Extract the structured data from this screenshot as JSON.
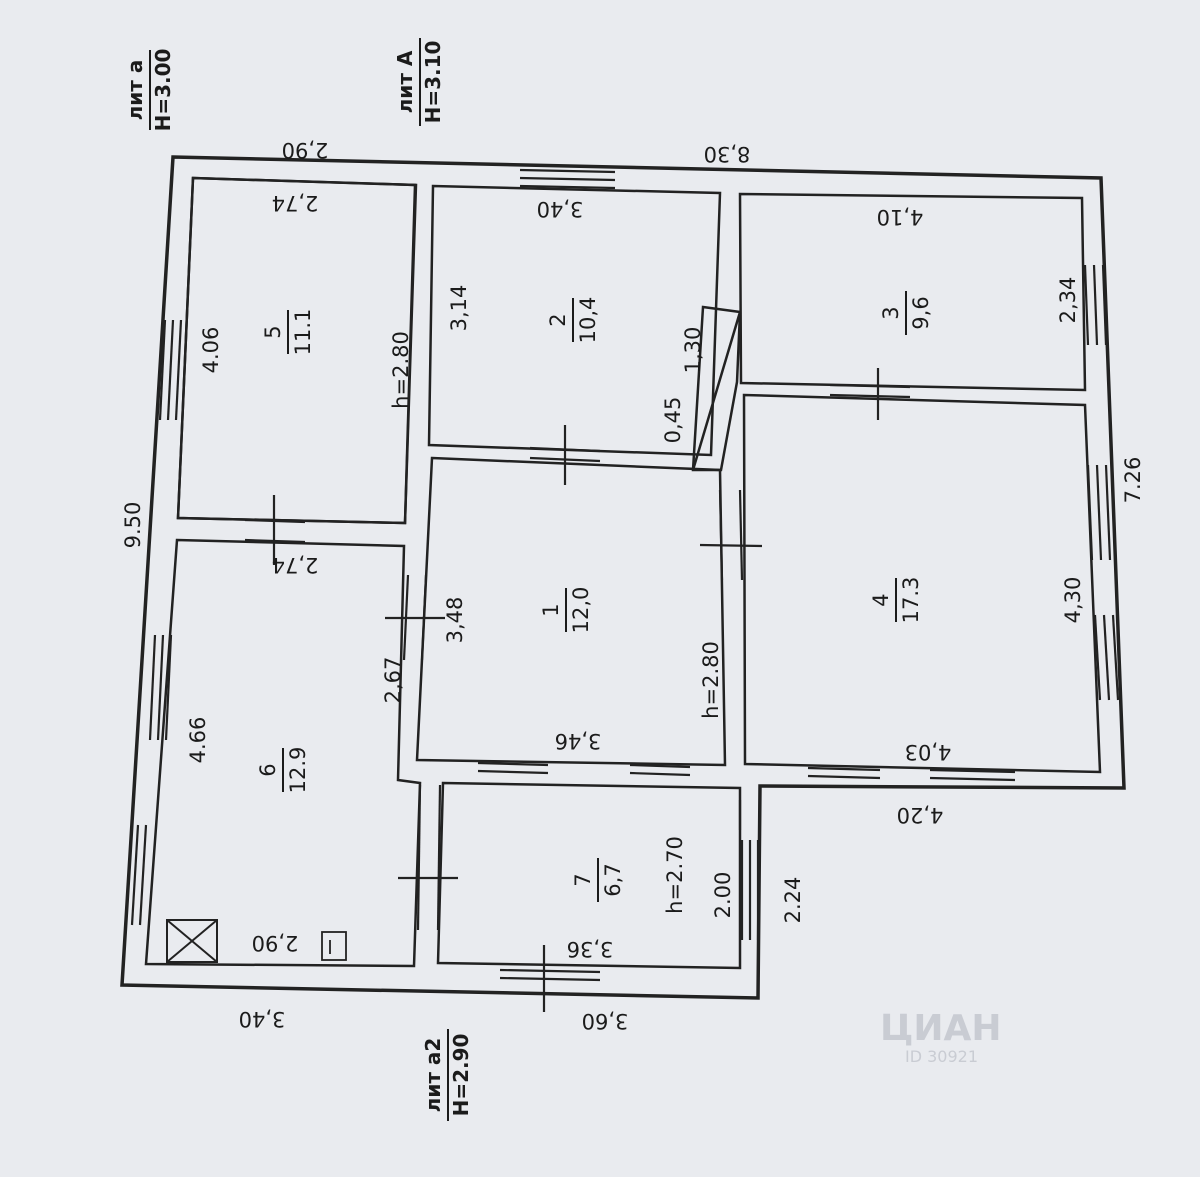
{
  "lit_labels": [
    {
      "id": "lit-a",
      "name": "лит а",
      "height": "H=3.00"
    },
    {
      "id": "lit-A",
      "name": "лит А",
      "height": "H=3.10"
    },
    {
      "id": "lit-a2",
      "name": "лит а2",
      "height": "H=2.90"
    }
  ],
  "rooms": [
    {
      "number": "1",
      "area": "12,0"
    },
    {
      "number": "2",
      "area": "10,4"
    },
    {
      "number": "3",
      "area": "9,6"
    },
    {
      "number": "4",
      "area": "17.3"
    },
    {
      "number": "5",
      "area": "11.1"
    },
    {
      "number": "6",
      "area": "12.9"
    },
    {
      "number": "7",
      "area": "6,7"
    }
  ],
  "dimensions": {
    "top_left_outer": "2,90",
    "top_right_outer": "8,30",
    "room5_top": "2,74",
    "room5_side": "4.06",
    "room5_bottom": "2,74",
    "room5_height": "h=2.80",
    "room2_top": "3,40",
    "room2_side": "3,14",
    "stair_length": "1,30",
    "stair_width": "0,45",
    "room3_top": "4,10",
    "room3_side": "2,34",
    "left_outer": "9.50",
    "room6_side": "4.66",
    "room6_bottom": "2,90",
    "partition": "2,67",
    "room1_side": "3,48",
    "room1_bottom": "3,46",
    "room1_height": "h=2.80",
    "room4_side": "4,30",
    "room4_bottom": "4,03",
    "right_outer": "7.26",
    "bottom_right_outer": "4,20",
    "room7_height": "h=2.70",
    "room7_side": "2.00",
    "room7_outer": "2.24",
    "room7_bottom": "3,36",
    "bottom_mid_outer": "3,60",
    "bottom_left_outer": "3,40"
  },
  "watermark": {
    "brand": "ЦИАН",
    "id": "ID 30921"
  }
}
